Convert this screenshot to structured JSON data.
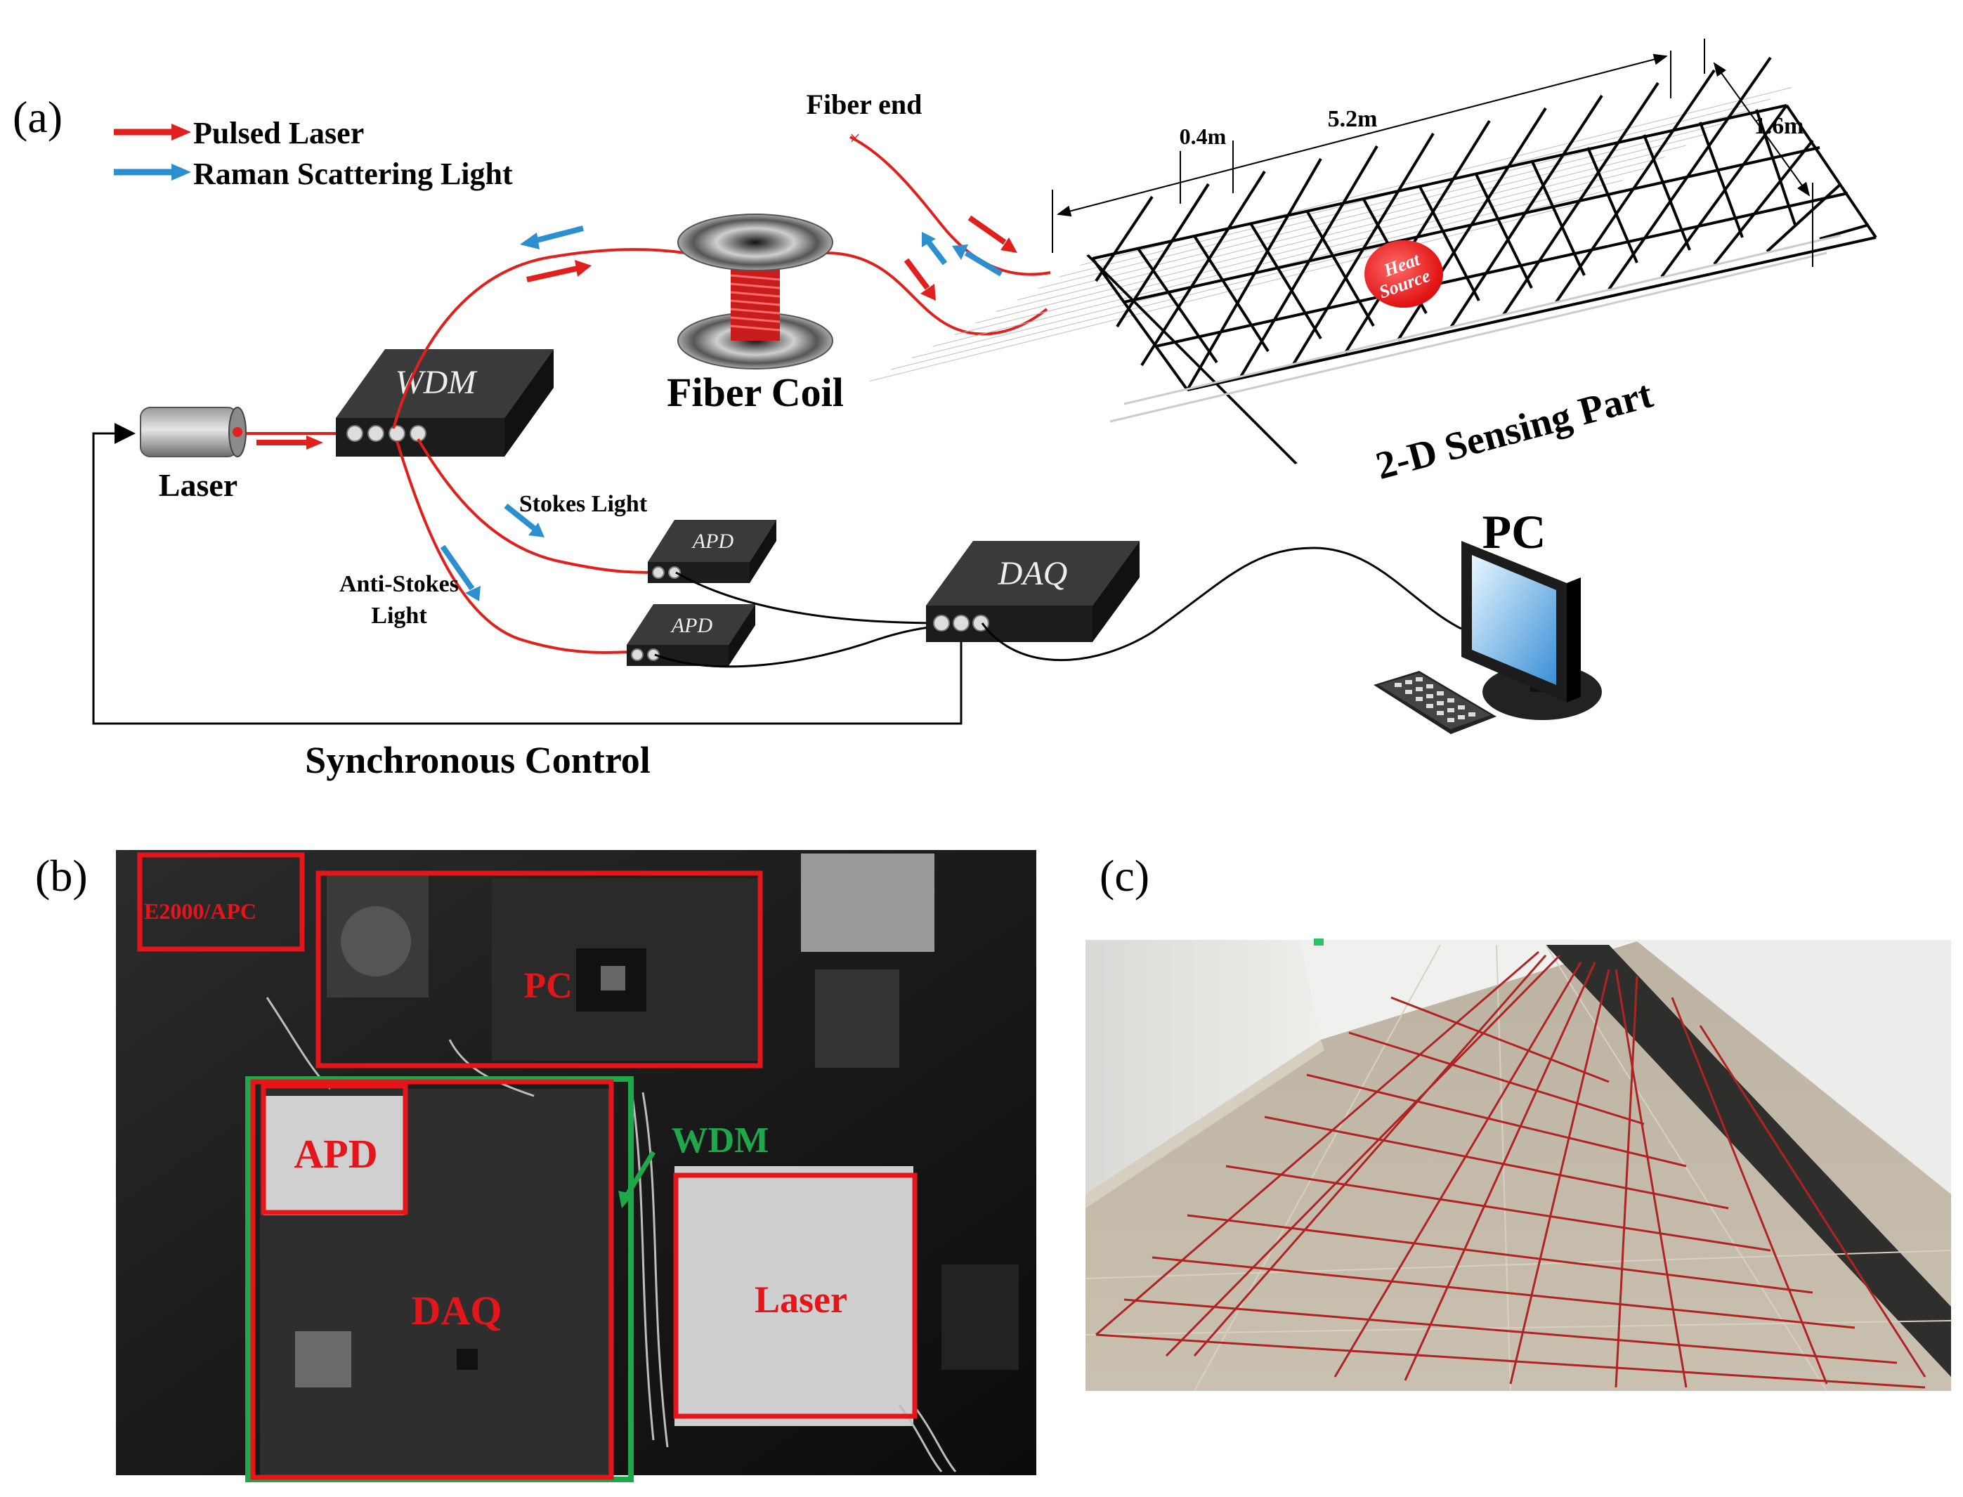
{
  "panel_a": {
    "label": "(a)",
    "legend": [
      {
        "text": "Pulsed Laser",
        "color": "#e0201c"
      },
      {
        "text": "Raman Scattering Light",
        "color": "#2b8fd0"
      }
    ],
    "fiber_end": "Fiber end",
    "dim_length": "5.2m",
    "dim_spacing": "0.4m",
    "dim_width": "1.6m",
    "heat_source": [
      "Heat",
      "Source"
    ],
    "fiber_coil": "Fiber Coil",
    "sensing_part": "2-D Sensing Part",
    "wdm": "WDM",
    "laser": "Laser",
    "stokes": "Stokes Light",
    "anti_stokes": [
      "Anti-Stokes",
      "Light"
    ],
    "apd": "APD",
    "daq": "DAQ",
    "pc": "PC",
    "sync": "Synchronous Control"
  },
  "panel_b": {
    "label": "(b)",
    "boxes": {
      "e2000": "E2000/APC",
      "pc": "PC",
      "apd": "APD",
      "wdm": "WDM",
      "daq": "DAQ",
      "laser": "Laser"
    }
  },
  "panel_c": {
    "label": "(c)"
  },
  "colors": {
    "pulsed": "#e0201c",
    "raman": "#2b8fd0",
    "box_red": "#e5161b",
    "box_green": "#1fa84a"
  }
}
